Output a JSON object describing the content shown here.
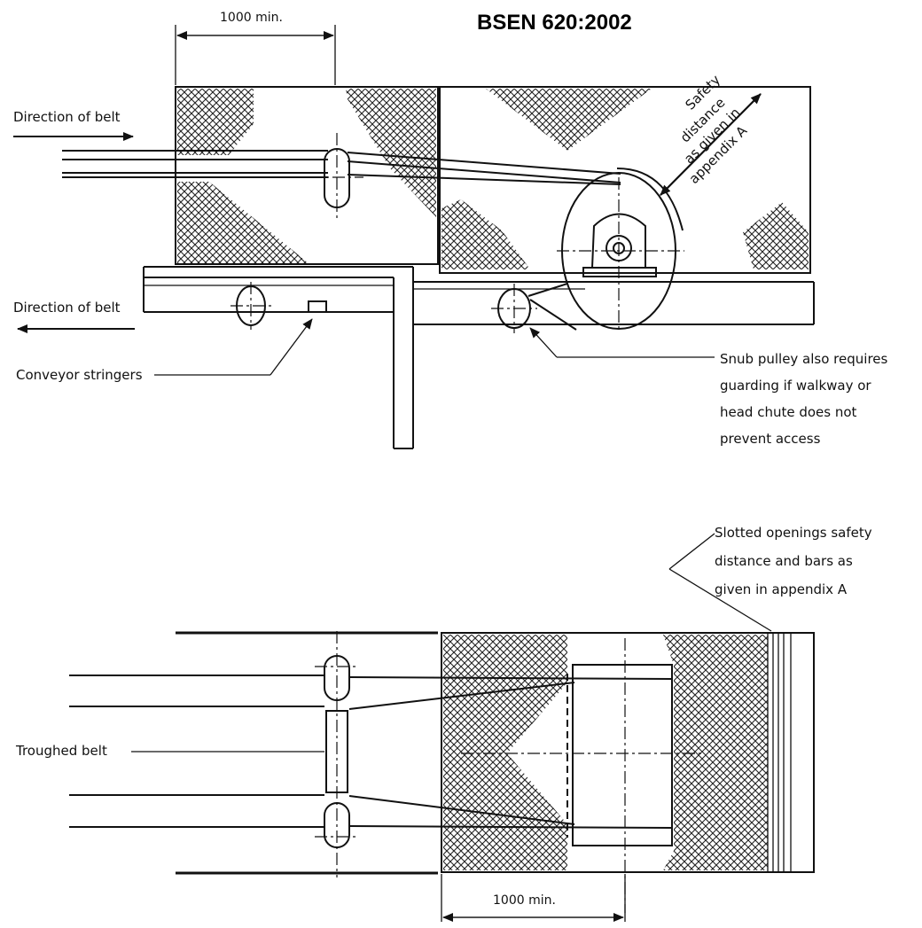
{
  "title": "BSEN 620:2002",
  "top_view": {
    "dimension_label": "1000 min.",
    "direction_top_label": "Direction of belt",
    "direction_bottom_label": "Direction of belt",
    "safety_label_lines": [
      "Safety",
      "distance",
      "as given in",
      "appendix A"
    ],
    "stringers_label": "Conveyor stringers",
    "snub_label_lines": [
      "Snub pulley also requires",
      "guarding if walkway or",
      "head chute does not",
      "prevent access"
    ]
  },
  "bottom_view": {
    "slotted_label_lines": [
      "Slotted openings safety",
      "distance and bars as",
      "given in appendix A"
    ],
    "troughed_label": "Troughed belt",
    "dimension_label": "1000 min."
  }
}
